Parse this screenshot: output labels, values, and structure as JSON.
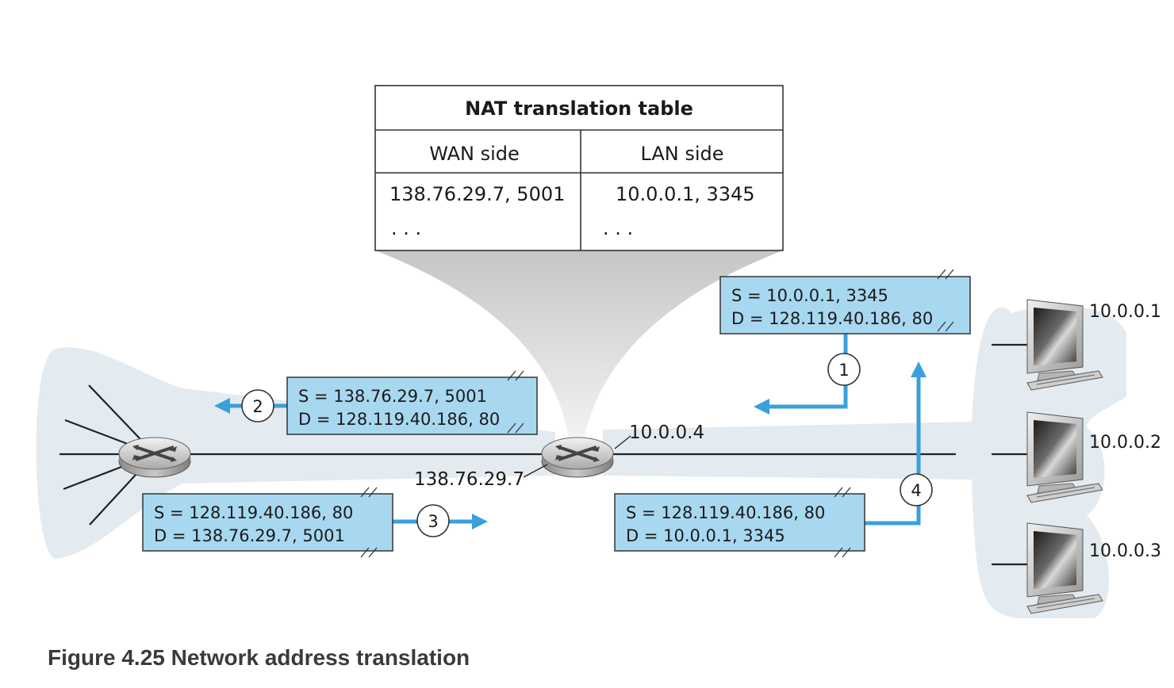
{
  "caption": "Figure 4.25 Network address translation",
  "table": {
    "title": "NAT translation table",
    "col_wan": "WAN side",
    "col_lan": "LAN side",
    "wan_value": "138.76.29.7, 5001",
    "lan_value": "10.0.0.1, 3345",
    "wan_more": ". . .",
    "lan_more": ". . ."
  },
  "router_addresses": {
    "lan": "10.0.0.4",
    "wan": "138.76.29.7"
  },
  "hosts": [
    "10.0.0.1",
    "10.0.0.2",
    "10.0.0.3"
  ],
  "packets": [
    {
      "step": "1",
      "src": "S = 10.0.0.1, 3345",
      "dst": "D = 128.119.40.186, 80"
    },
    {
      "step": "2",
      "src": "S = 138.76.29.7, 5001",
      "dst": "D = 128.119.40.186, 80"
    },
    {
      "step": "3",
      "src": "S = 128.119.40.186, 80",
      "dst": "D = 138.76.29.7, 5001"
    },
    {
      "step": "4",
      "src": "S = 128.119.40.186, 80",
      "dst": "D = 10.0.0.1, 3345"
    }
  ],
  "colors": {
    "packet_fill": "#a8d8f0",
    "arrow": "#3aa0dc",
    "network_shade": "#dfe8ee",
    "beam": "#cfcfcf"
  }
}
